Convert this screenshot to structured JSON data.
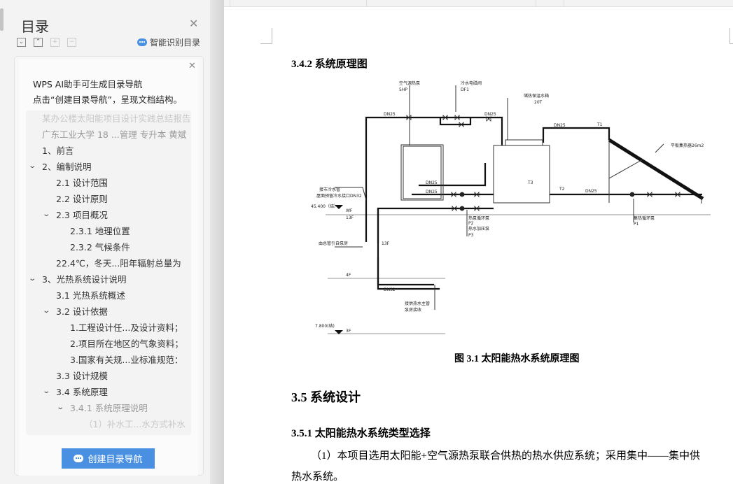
{
  "toc_panel": {
    "title": "目录",
    "smart_label": "智能识别目录",
    "promo_line1": "WPS AI助手可生成目录导航",
    "promo_line2": "点击“创建目录导航”，呈现文档结构。",
    "create_button": "创建目录导航",
    "items": [
      {
        "label": "某办公楼太阳能项目设计实践总结报告",
        "level": 0,
        "state": "faded"
      },
      {
        "label": "广东工业大学 18 ...管理 专升本 黄斌",
        "level": 0,
        "state": "muted"
      },
      {
        "label": "1、前言",
        "level": 0
      },
      {
        "label": "2、编制说明",
        "level": 0,
        "expanded": true
      },
      {
        "label": "2.1 设计范围",
        "level": 1
      },
      {
        "label": "2.2 设计原则",
        "level": 1
      },
      {
        "label": "2.3 项目概况",
        "level": 1,
        "expanded": true
      },
      {
        "label": "2.3.1 地理位置",
        "level": 2
      },
      {
        "label": "2.3.2 气候条件",
        "level": 2
      },
      {
        "label": "22.4℃，冬天...阳年辐射总量为",
        "level": 1
      },
      {
        "label": "3、光热系统设计说明",
        "level": 0,
        "expanded": true
      },
      {
        "label": "3.1 光热系统概述",
        "level": 1
      },
      {
        "label": "3.2 设计依据",
        "level": 1,
        "expanded": true
      },
      {
        "label": "1.工程设计任...及设计资料；",
        "level": 2
      },
      {
        "label": "2.项目所在地区的气象资料；",
        "level": 2
      },
      {
        "label": "3.国家有关规...业标准规范：",
        "level": 2
      },
      {
        "label": "3.3 设计规模",
        "level": 1
      },
      {
        "label": "3.4 系统原理",
        "level": 1,
        "expanded": true
      },
      {
        "label": "3.4.1 系统原理说明",
        "level": 2,
        "expanded": true,
        "state": "muted"
      },
      {
        "label": "（1）补水工...水方式补水",
        "level": 3,
        "state": "faded"
      }
    ]
  },
  "document": {
    "heading_342": "3.4.2 系统原理图",
    "figure_caption": "图 3.1 太阳能热水系统原理图",
    "heading_35": "3.5 系统设计",
    "heading_351": "3.5.1 太阳能热水系统类型选择",
    "para1_line1": "（1）本项目选用太阳能+空气源热泵联合供热的热水供应系统；采用集中——集中供",
    "para1_line2": "热水系统。",
    "diagram_labels": {
      "hp": "空气源热泵",
      "hp_spec": "5HP",
      "valve": "冷水电磁阀",
      "valve_spec": "DF1",
      "tank": "储热保温水箱",
      "tank_spec": "20T",
      "collector": "平板集热器26m2",
      "dn25": "DN25",
      "dn32": "DN32",
      "t1": "T1",
      "t2": "T2",
      "t3": "T3",
      "p1_name": "集热循环泵",
      "p1": "P1",
      "p2_name": "热泵循环泵",
      "p2": "P2",
      "p3_name": "热水加压泵",
      "p3": "P3",
      "cold": "接市冷水管",
      "cold2": "屋面预留冷水接口DN32",
      "elev1": "45.400（结）",
      "wf": "WF",
      "f13": "13F",
      "f13b": "13F",
      "riser": "由总管引自泵房",
      "f4": "4F",
      "supply": "接供热水主管",
      "supply2": "泵房接收",
      "elev2": "7.800(结)",
      "f3": "3F"
    }
  }
}
